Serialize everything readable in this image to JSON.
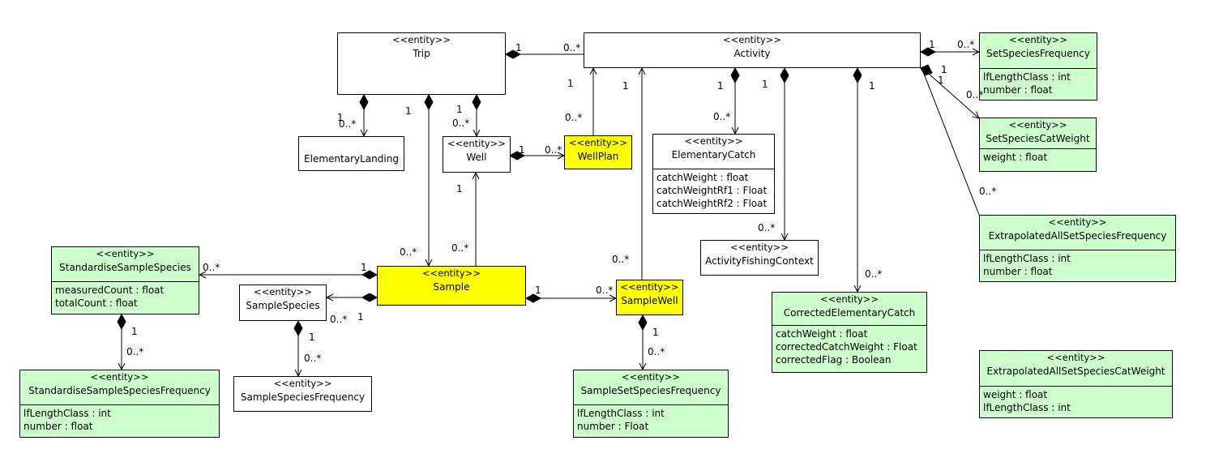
{
  "entities": {
    "trip": {
      "stereotype": "<<entity>>",
      "name": "Trip"
    },
    "activity": {
      "stereotype": "<<entity>>",
      "name": "Activity"
    },
    "set_species_frequency": {
      "stereotype": "<<entity>>",
      "name": "SetSpeciesFrequency",
      "attributes": [
        "lfLengthClass : int",
        "number : float"
      ]
    },
    "set_species_cat_weight": {
      "stereotype": "<<entity>>",
      "name": "SetSpeciesCatWeight",
      "attributes": [
        "weight : float"
      ]
    },
    "elementary_landing": {
      "name": "ElementaryLanding"
    },
    "well": {
      "stereotype": "<<entity>>",
      "name": "Well"
    },
    "well_plan": {
      "stereotype": "<<entity>>",
      "name": "WellPlan"
    },
    "elementary_catch": {
      "stereotype": "<<entity>>",
      "name": "ElementaryCatch",
      "attributes": [
        "catchWeight : float",
        "catchWeightRf1 : Float",
        "catchWeightRf2 : Float"
      ]
    },
    "activity_fishing_context": {
      "stereotype": "<<entity>>",
      "name": "ActivityFishingContext"
    },
    "extrapolated_all_set_species_frequency": {
      "stereotype": "<<entity>>",
      "name": "ExtrapolatedAllSetSpeciesFrequency",
      "attributes": [
        "lfLengthClass : int",
        "number : float"
      ]
    },
    "standardise_sample_species": {
      "stereotype": "<<entity>>",
      "name": "StandardiseSampleSpecies",
      "attributes": [
        "measuredCount : float",
        "totalCount : float"
      ]
    },
    "sample_species": {
      "stereotype": "<<entity>>",
      "name": "SampleSpecies"
    },
    "sample": {
      "stereotype": "<<entity>>",
      "name": "Sample"
    },
    "sample_well": {
      "stereotype": "<<entity>>",
      "name": "SampleWell"
    },
    "corrected_elementary_catch": {
      "stereotype": "<<entity>>",
      "name": "CorrectedElementaryCatch",
      "attributes": [
        "catchWeight : float",
        "correctedCatchWeight : Float",
        "correctedFlag : Boolean"
      ]
    },
    "standardise_sample_species_frequency": {
      "stereotype": "<<entity>>",
      "name": "StandardiseSampleSpeciesFrequency",
      "attributes": [
        "lfLengthClass : int",
        "number : float"
      ]
    },
    "sample_species_frequency": {
      "stereotype": "<<entity>>",
      "name": "SampleSpeciesFrequency"
    },
    "sample_set_species_frequency": {
      "stereotype": "<<entity>>",
      "name": "SampleSetSpeciesFrequency",
      "attributes": [
        "lfLengthClass : int",
        "number : Float"
      ]
    },
    "extrapolated_all_set_species_cat_weight": {
      "stereotype": "<<entity>>",
      "name": "ExtrapolatedAllSetSpeciesCatWeight",
      "attributes": [
        "weight : float",
        "lfLengthClass : int"
      ]
    }
  },
  "colors": {
    "green": "#ccffcc",
    "yellow": "#ffff00",
    "line": "#000000"
  },
  "multiplicities": {
    "trip_activity_one": "1",
    "trip_activity_many": "0..*",
    "activity_ssf_one": "1",
    "activity_ssf_many": "0..*",
    "activity_sscw_one": "1",
    "activity_sscw_many": "0..*",
    "activity_easf_many": "0..*",
    "trip_landing_one": "1",
    "trip_landing_many": "0..*",
    "trip_sample_one": "1",
    "trip_sample_many": "0..*",
    "trip_well_one": "1",
    "trip_well_many": "0..*",
    "activity_wellplan_one": "1",
    "activity_wellplan_many": "0..*",
    "activity_samplewell_one": "1",
    "activity_samplewell_many": "0..*",
    "activity_catch_one": "1",
    "activity_catch_many": "0..*",
    "activity_context_one": "1",
    "activity_context_many": "0..*",
    "activity_corrected_one": "1",
    "activity_corrected_many": "0..*",
    "well_wellplan_one": "1",
    "well_wellplan_many": "0..*",
    "well_sample_one": "1",
    "well_sample_many": "0..*",
    "sample_std_one": "1",
    "sample_std_many": "0..*",
    "sample_species_one": "1",
    "sample_species_many": "0..*",
    "sample_samplewell_one": "1",
    "sample_samplewell_many": "0..*",
    "std_freq_one": "1",
    "std_freq_many": "0..*",
    "species_freq_one": "1",
    "species_freq_many": "0..*",
    "samplewell_freq_one": "1",
    "samplewell_freq_many": "0..*"
  }
}
